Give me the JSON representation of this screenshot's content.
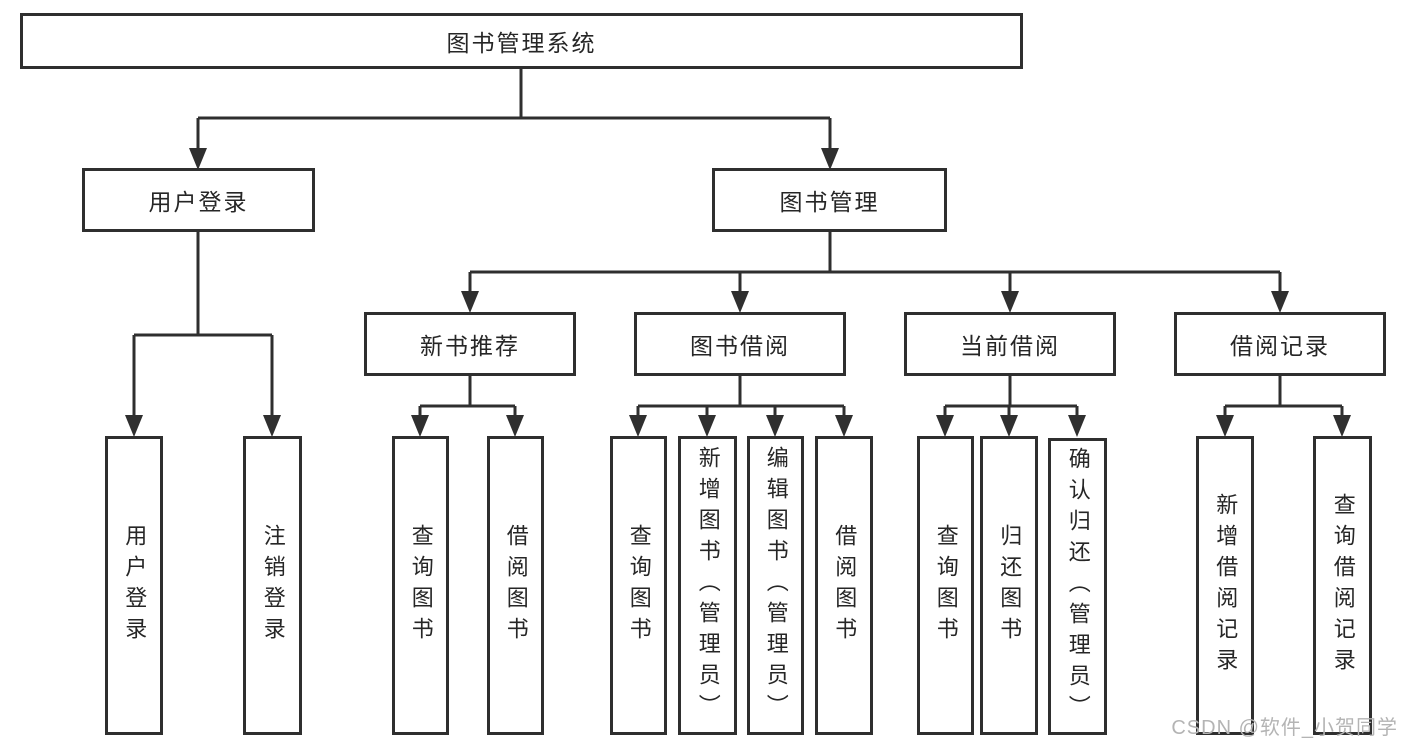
{
  "tree": {
    "root": {
      "label": "图书管理系统"
    },
    "level2": [
      {
        "label": "用户登录"
      },
      {
        "label": "图书管理"
      }
    ],
    "level3": [
      {
        "label": "新书推荐"
      },
      {
        "label": "图书借阅"
      },
      {
        "label": "当前借阅"
      },
      {
        "label": "借阅记录"
      }
    ],
    "leaves": {
      "user_login": [
        {
          "label": "用户登录"
        },
        {
          "label": "注销登录"
        }
      ],
      "new_books": [
        {
          "label": "查询图书"
        },
        {
          "label": "借阅图书"
        }
      ],
      "book_borrow": [
        {
          "label": "查询图书"
        },
        {
          "label": "新增图书（管理员）"
        },
        {
          "label": "编辑图书（管理员）"
        },
        {
          "label": "借阅图书"
        }
      ],
      "current_borrow": [
        {
          "label": "查询图书"
        },
        {
          "label": "归还图书"
        },
        {
          "label": "确认归还（管理员）"
        }
      ],
      "borrow_records": [
        {
          "label": "新增借阅记录"
        },
        {
          "label": "查询借阅记录"
        }
      ]
    }
  },
  "watermark": "CSDN @软件_小贺同学",
  "colors": {
    "line": "#2f2f2f",
    "text": "#262626",
    "watermark": "#b4b4b4",
    "background": "#ffffff"
  }
}
